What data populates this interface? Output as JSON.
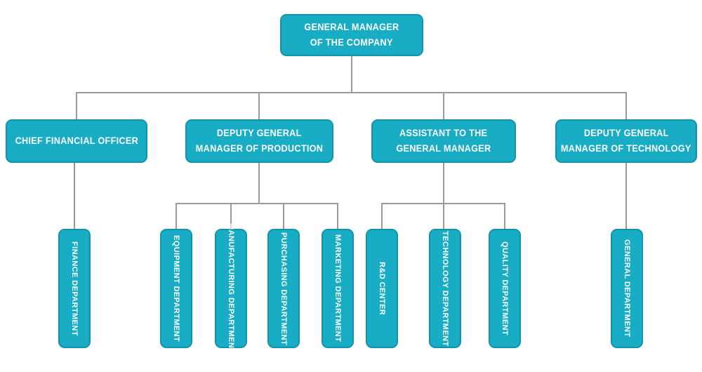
{
  "diagram": {
    "type": "org-chart",
    "colors": {
      "box_fill": "#18adc5",
      "box_border": "#1193a9",
      "connector_line": "#9a9a9a",
      "text": "#ffffff",
      "background": "#ffffff"
    },
    "nodes": {
      "root": {
        "line1": "GENERAL MANAGER",
        "line2": "OF THE COMPANY"
      },
      "cfo": {
        "line1": "CHIEF FINANCIAL OFFICER"
      },
      "dgm_production": {
        "line1": "DEPUTY GENERAL",
        "line2": "MANAGER OF PRODUCTION"
      },
      "assistant_gm": {
        "line1": "ASSISTANT TO THE",
        "line2": "GENERAL MANAGER"
      },
      "dgm_technology": {
        "line1": "DEPUTY GENERAL",
        "line2": "MANAGER OF TECHNOLOGY"
      },
      "finance": {
        "label": "FINANCE DEPARTMENT"
      },
      "equipment": {
        "label": "EQUIPMENT DEPARTMENT"
      },
      "manufacturing": {
        "label": "MANUFACTURING DEPARTMENT"
      },
      "purchasing": {
        "label": "PURCHASING DEPARTMENT"
      },
      "marketing": {
        "label": "MARKETING DEPARTMENT"
      },
      "rd_center": {
        "label": "R&D CENTER"
      },
      "technology": {
        "label": "TECHNOLOGY DEPARTMENT"
      },
      "quality": {
        "label": "QUALITY DEPARTMENT"
      },
      "general": {
        "label": "GENERAL DEPARTMENT"
      }
    },
    "edges": [
      {
        "parent": "GENERAL MANAGER OF THE COMPANY",
        "children": [
          "CHIEF FINANCIAL OFFICER",
          "DEPUTY GENERAL MANAGER OF PRODUCTION",
          "ASSISTANT TO THE GENERAL MANAGER",
          "DEPUTY GENERAL MANAGER OF TECHNOLOGY"
        ]
      },
      {
        "parent": "CHIEF FINANCIAL OFFICER",
        "children": [
          "FINANCE DEPARTMENT"
        ]
      },
      {
        "parent": "DEPUTY GENERAL MANAGER OF PRODUCTION",
        "children": [
          "EQUIPMENT DEPARTMENT",
          "MANUFACTURING DEPARTMENT",
          "PURCHASING DEPARTMENT",
          "MARKETING DEPARTMENT"
        ]
      },
      {
        "parent": "ASSISTANT TO THE GENERAL MANAGER",
        "children": [
          "R&D CENTER",
          "TECHNOLOGY DEPARTMENT",
          "QUALITY DEPARTMENT"
        ]
      },
      {
        "parent": "DEPUTY GENERAL MANAGER OF TECHNOLOGY",
        "children": [
          "GENERAL DEPARTMENT"
        ]
      }
    ]
  }
}
